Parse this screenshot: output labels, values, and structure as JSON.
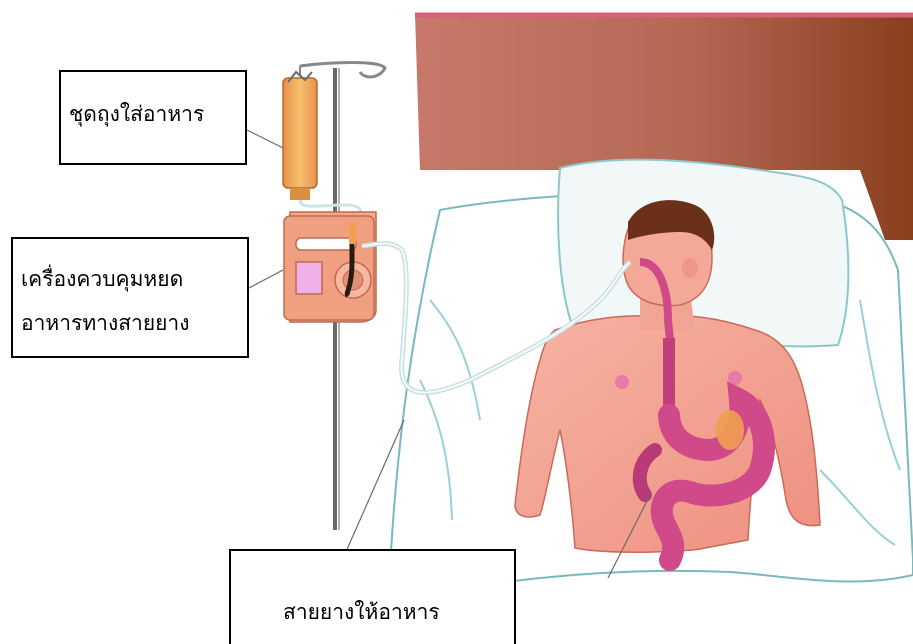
{
  "labels": {
    "feeding_bag": "ชุดถุงใส่อาหาร",
    "pump_line1": "เครื่องควบคุมหยด",
    "pump_line2": "อาหารทางสายยาง",
    "feeding_tube": "สายยางให้อาหาร"
  },
  "colors": {
    "headboard": "#b05a4a",
    "pump_body": "#f4a98a",
    "feeding_bag": "#f0a050",
    "skin": "#f4a090",
    "stomach": "#d04a8a",
    "pillow": "#f2f8f8",
    "hair": "#6a3018"
  }
}
